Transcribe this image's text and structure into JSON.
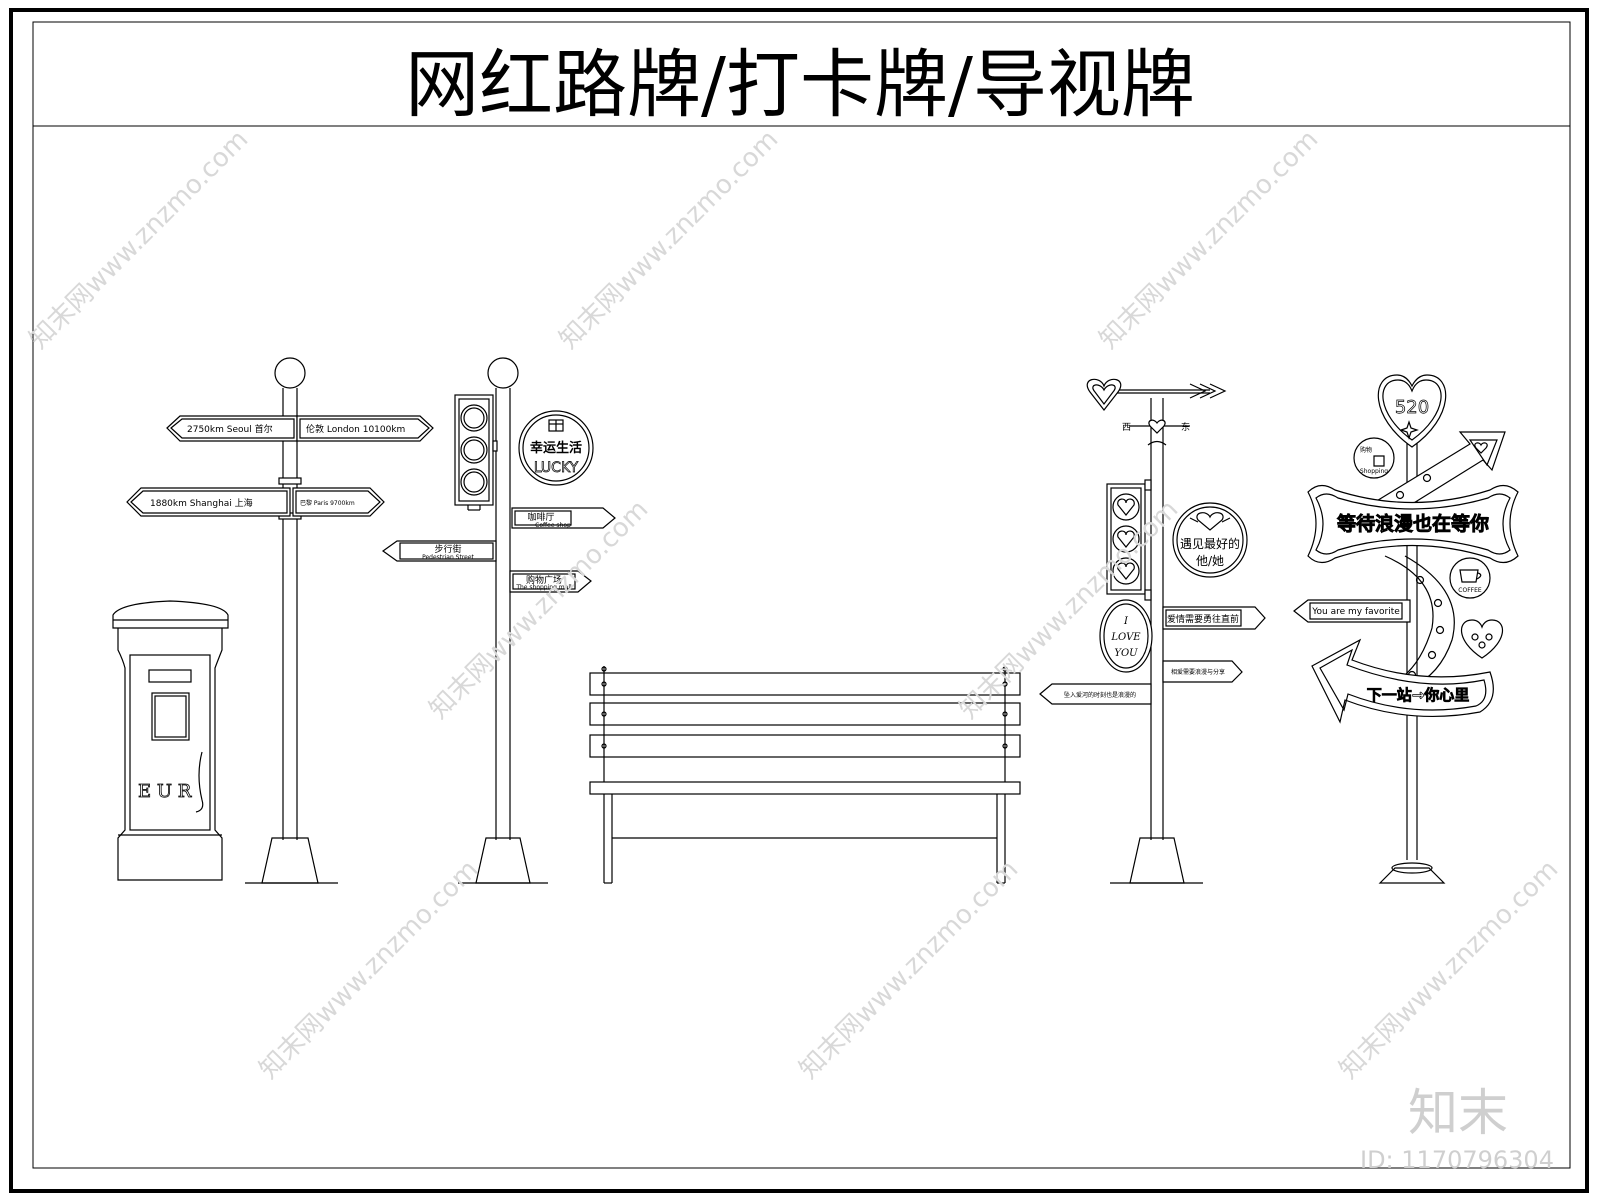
{
  "title": "网红路牌/打卡牌/导视牌",
  "signpost1": {
    "sign_seoul": "2750km   Seoul   首尔",
    "sign_london": "伦敦  London  10100km",
    "sign_shanghai": "1880km    Shanghai  上海",
    "sign_paris": "巴黎   Paris  9700km"
  },
  "mailbox": {
    "letters": "E U R"
  },
  "signpost2": {
    "round_sign_cn": "幸运生活",
    "round_sign_en": "LUCKY",
    "sign_coffee_cn": "咖啡厅",
    "sign_coffee_en": "Coffee   shop",
    "sign_street_cn": "步行街",
    "sign_street_en": "Pedestrian Street",
    "sign_mall_cn": "购物广场",
    "sign_mall_en": "The shopping mall"
  },
  "signpost3": {
    "direction_left": "西",
    "direction_right": "东",
    "round_sign": [
      "遇见最好的",
      "他/她"
    ],
    "oval_sign": [
      "I",
      "LOVE",
      "YOU"
    ],
    "sign_a": "爱情需要勇往直前",
    "sign_b": "相爱需要浪漫与分享",
    "sign_c": "坠入爱河的时刻也是浪漫的"
  },
  "sign520": {
    "heart_number": "520",
    "shopping_cn": "购物",
    "shopping_en": "Shopping",
    "banner": "等待浪漫也在等你",
    "favorite": "You are my favorite",
    "coffee": "COFFEE",
    "next_stop": "下一站→你心里"
  },
  "watermark": {
    "text": "知末网www.znzmo.com",
    "brand": "知末",
    "id": "ID: 1170796304"
  }
}
